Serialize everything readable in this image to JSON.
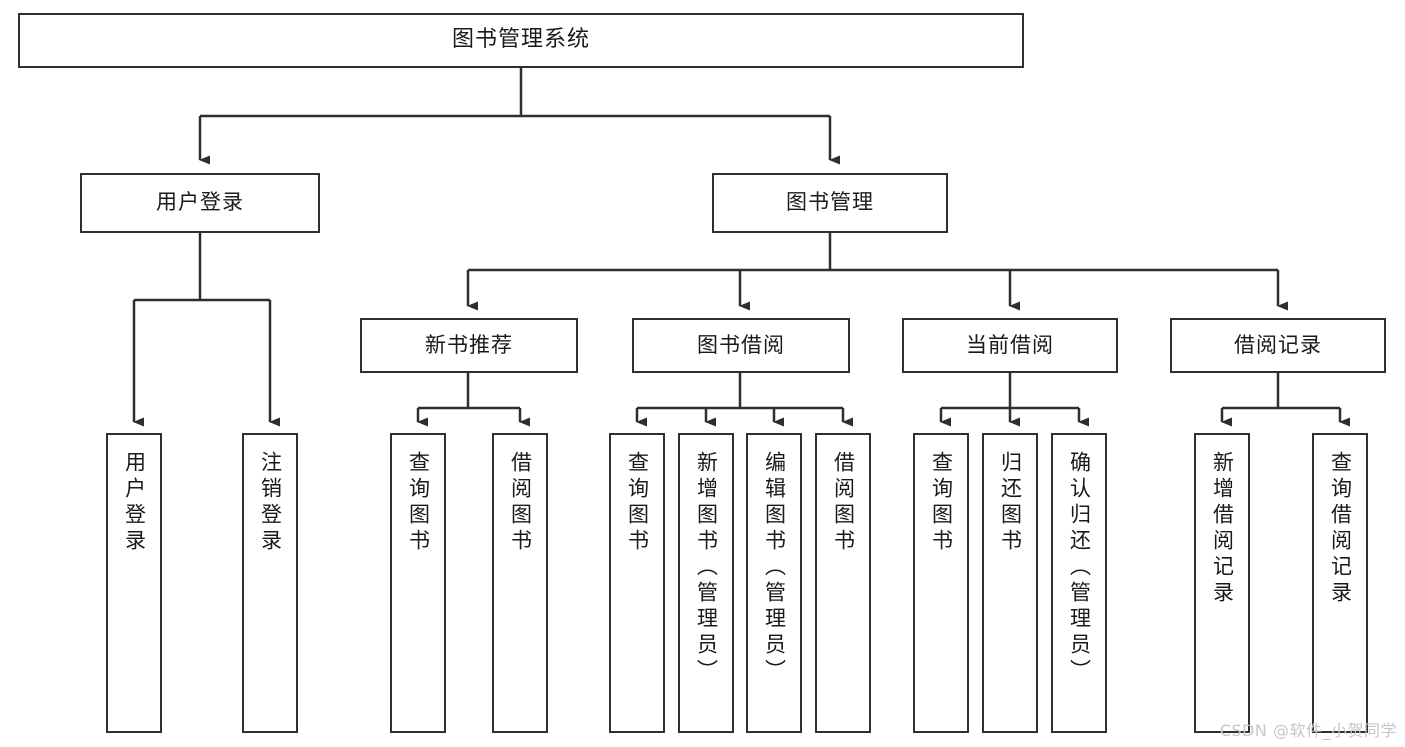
{
  "diagram": {
    "type": "tree",
    "title": "图书管理系统",
    "orientation": "top-down",
    "colors": {
      "box_border": "#2f2f2f",
      "box_fill": "#ffffff",
      "connector": "#2f2f2f",
      "text": "#1a1a1a",
      "watermark": "#c6c6c6",
      "background": "#ffffff"
    }
  },
  "root": {
    "label": "图书管理系统"
  },
  "level2": [
    {
      "id": "user-login",
      "label": "用户登录"
    },
    {
      "id": "book-manage",
      "label": "图书管理"
    }
  ],
  "level3": [
    {
      "id": "new-book-recommend",
      "label": "新书推荐"
    },
    {
      "id": "book-borrow",
      "label": "图书借阅"
    },
    {
      "id": "current-borrow",
      "label": "当前借阅"
    },
    {
      "id": "borrow-record",
      "label": "借阅记录"
    }
  ],
  "leaves": {
    "user_login": [
      {
        "id": "leaf-user-login",
        "label": "用户登录"
      },
      {
        "id": "leaf-user-logout",
        "label": "注销登录"
      }
    ],
    "new_book_recommend": [
      {
        "id": "leaf-query-book-1",
        "label": "查询图书"
      },
      {
        "id": "leaf-borrow-book-1",
        "label": "借阅图书"
      }
    ],
    "book_borrow": [
      {
        "id": "leaf-query-book-2",
        "label": "查询图书"
      },
      {
        "id": "leaf-add-book",
        "label": "新增图书（管理员）"
      },
      {
        "id": "leaf-edit-book",
        "label": "编辑图书（管理员）"
      },
      {
        "id": "leaf-borrow-book-2",
        "label": "借阅图书"
      }
    ],
    "current_borrow": [
      {
        "id": "leaf-query-book-3",
        "label": "查询图书"
      },
      {
        "id": "leaf-return-book",
        "label": "归还图书"
      },
      {
        "id": "leaf-confirm-return",
        "label": "确认归还（管理员）"
      }
    ],
    "borrow_record": [
      {
        "id": "leaf-add-record",
        "label": "新增借阅记录"
      },
      {
        "id": "leaf-query-record",
        "label": "查询借阅记录"
      }
    ]
  },
  "watermark": {
    "text": "CSDN @软件_小贺同学"
  }
}
